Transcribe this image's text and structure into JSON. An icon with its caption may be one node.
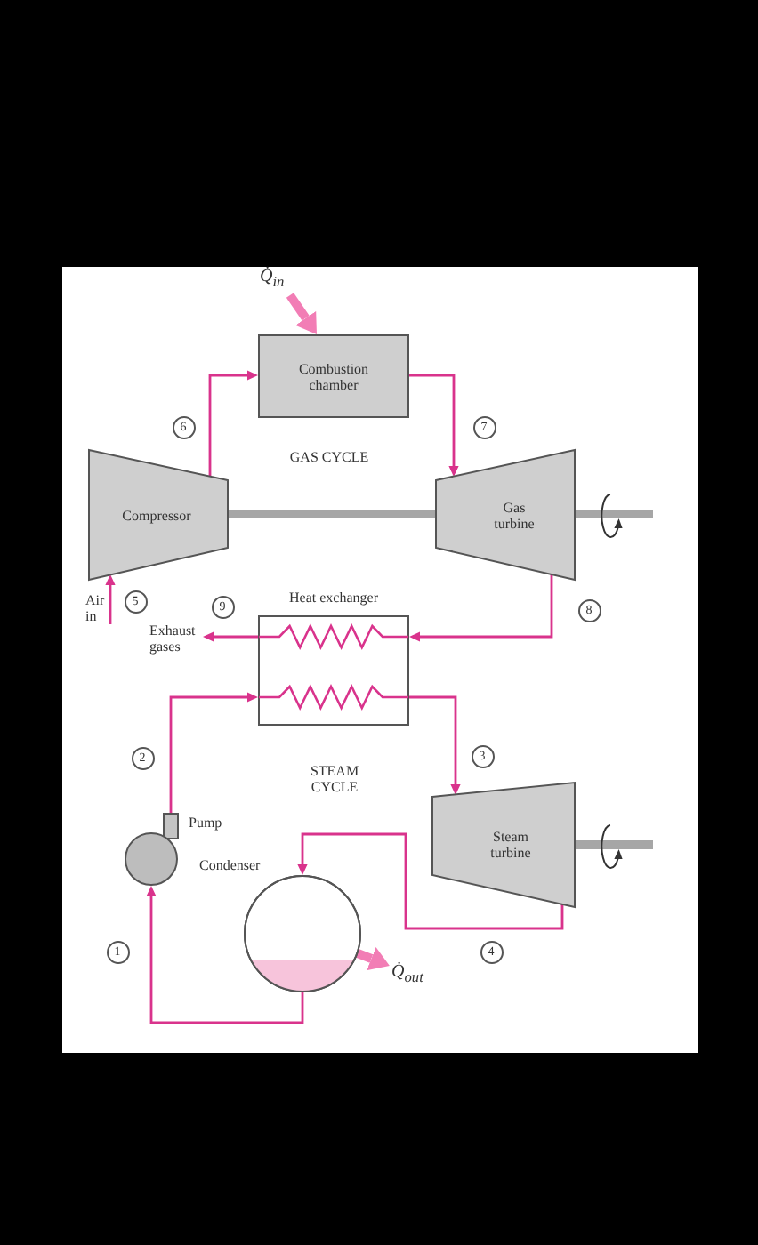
{
  "diagram": {
    "nodes": [
      {
        "text": [
          "Q̇$_{in}$"
        ]
      },
      {
        "text": [
          "Combustion chamber"
        ]
      },
      {
        "text": [
          "Compressor"
        ]
      },
      {
        "text": [
          "Gas turbine"
        ]
      },
      {
        "text": [
          "Air in"
        ]
      },
      {
        "text": [
          "Heat exchanger"
        ]
      },
      {
        "text": [
          "Exhaust gases"
        ]
      },
      {
        "text": [
          "Pump"
        ]
      },
      {
        "text": [
          "Steam turbine"
        ]
      },
      {
        "text": [
          "Condenser"
        ]
      },
      {
        "text": [
          "Q̇$_{out}$"
        ]
      }
    ],
    "edges": [
      {
        "from": 0,
        "to": 1,
        "arrow": "to",
        "style": "thick",
        "color": "#f27db5"
      },
      {
        "from": 2,
        "to": 1,
        "arrow": "to",
        "label": "6"
      },
      {
        "from": 1,
        "to": 3,
        "arrow": "to",
        "label": "7"
      },
      {
        "from": 2,
        "to": 3,
        "arrow": "none",
        "style": "thick",
        "color": "#a6a6a6"
      },
      {
        "from": 3,
        "to": null,
        "arrow": "none",
        "style": "thick",
        "color": "#a6a6a6"
      },
      {
        "from": 3,
        "to": 5,
        "arrow": "to",
        "label": "8"
      },
      {
        "from": 4,
        "to": 2,
        "arrow": "to",
        "label": "5"
      },
      {
        "from": 5,
        "to": 6,
        "arrow": "to",
        "label": "9"
      },
      {
        "from": 7,
        "to": 5,
        "arrow": "to",
        "label": "2"
      },
      {
        "from": 5,
        "to": 8,
        "arrow": "to",
        "label": "3"
      },
      {
        "from": 8,
        "to": null,
        "arrow": "none",
        "style": "thick",
        "color": "#a6a6a6"
      },
      {
        "from": 8,
        "to": 9,
        "arrow": "to",
        "label": "4"
      },
      {
        "from": 9,
        "to": 7,
        "arrow": "to",
        "label": "1"
      },
      {
        "from": 9,
        "to": 10,
        "arrow": "to",
        "style": "thick",
        "color": "#f27db5"
      }
    ],
    "labels": [
      "GAS CYCLE",
      "STEAM CYCLE"
    ]
  }
}
